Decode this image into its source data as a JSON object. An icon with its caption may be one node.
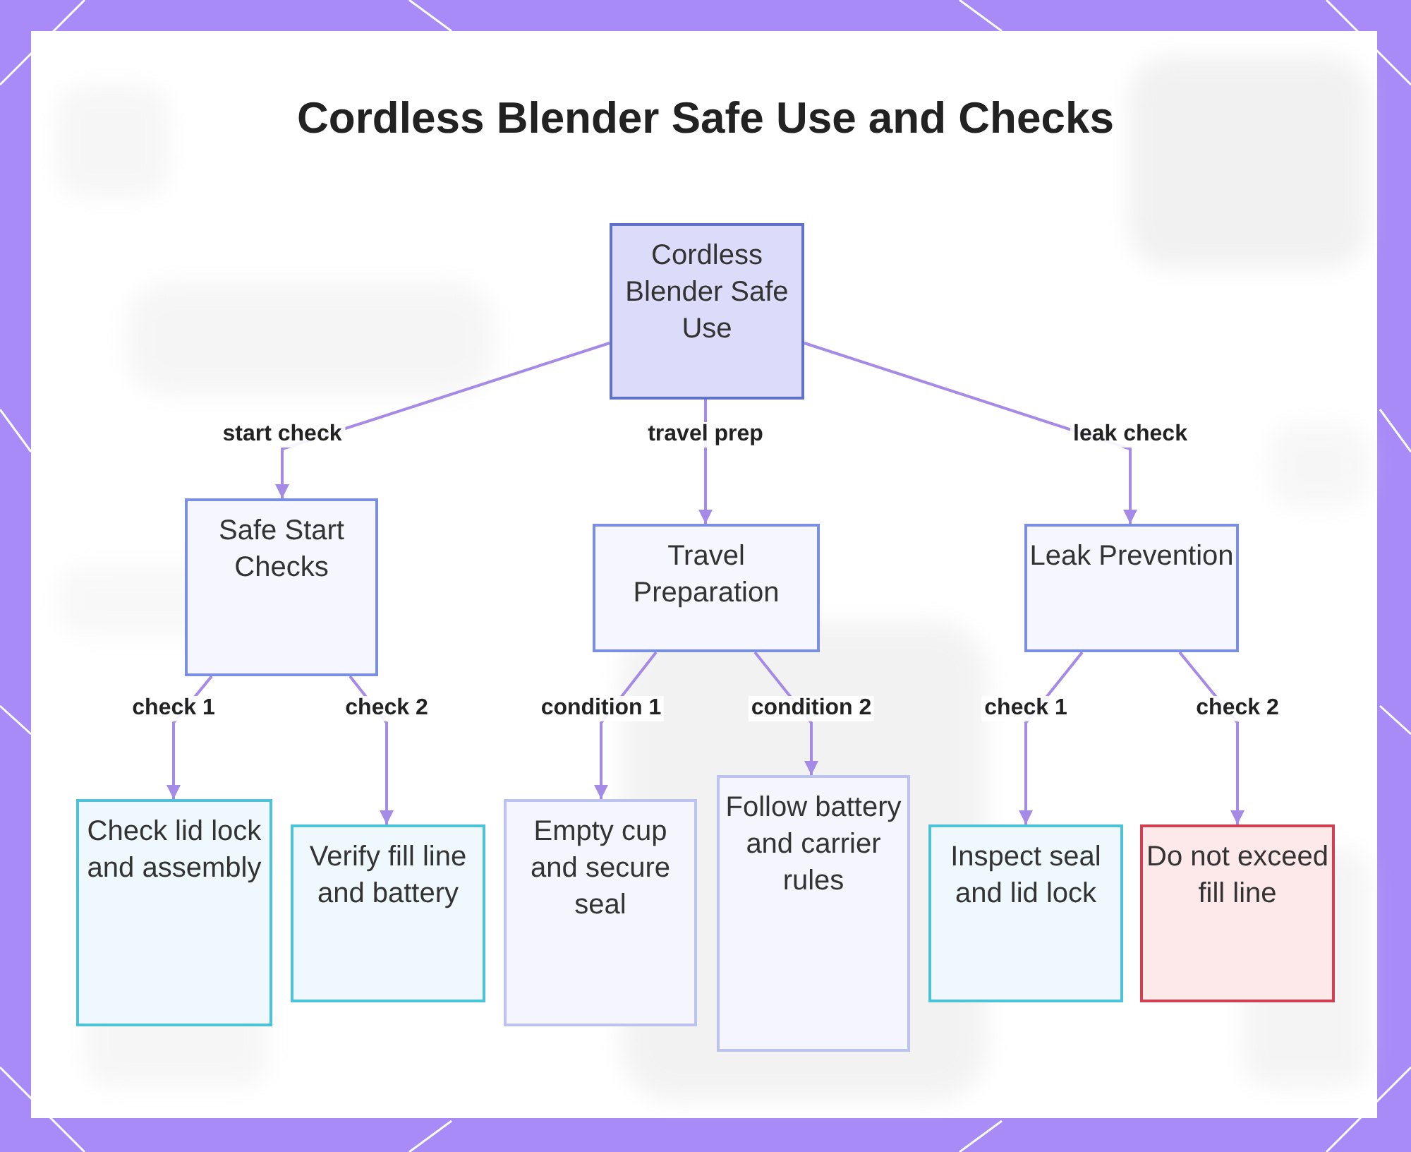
{
  "diagram": {
    "title": "Cordless Blender Safe Use and Checks",
    "nodes": [
      {
        "text": [
          "Cordless Blender Safe Use"
        ]
      },
      {
        "text": [
          "Safe Start Checks"
        ]
      },
      {
        "text": [
          "Travel Preparation"
        ]
      },
      {
        "text": [
          "Leak Prevention"
        ]
      },
      {
        "text": [
          "Check lid lock and assembly"
        ]
      },
      {
        "text": [
          "Verify fill line and battery"
        ]
      },
      {
        "text": [
          "Empty cup and secure seal"
        ]
      },
      {
        "text": [
          "Follow battery and carrier rules"
        ]
      },
      {
        "text": [
          "Inspect seal and lid lock"
        ]
      },
      {
        "text": [
          "Do not exceed fill line"
        ]
      }
    ],
    "edges": [
      {
        "from": 0,
        "to": 1,
        "arrow": "to",
        "label": "start check"
      },
      {
        "from": 0,
        "to": 2,
        "arrow": "to",
        "label": "travel prep"
      },
      {
        "from": 0,
        "to": 3,
        "arrow": "to",
        "label": "leak check"
      },
      {
        "from": 1,
        "to": 4,
        "arrow": "to",
        "label": "check 1"
      },
      {
        "from": 1,
        "to": 5,
        "arrow": "to",
        "label": "check 2"
      },
      {
        "from": 2,
        "to": 6,
        "arrow": "to",
        "label": "condition 1"
      },
      {
        "from": 2,
        "to": 7,
        "arrow": "to",
        "label": "condition 2"
      },
      {
        "from": 3,
        "to": 8,
        "arrow": "to",
        "label": "check 1"
      },
      {
        "from": 3,
        "to": 9,
        "arrow": "to",
        "label": "check 2"
      }
    ]
  }
}
